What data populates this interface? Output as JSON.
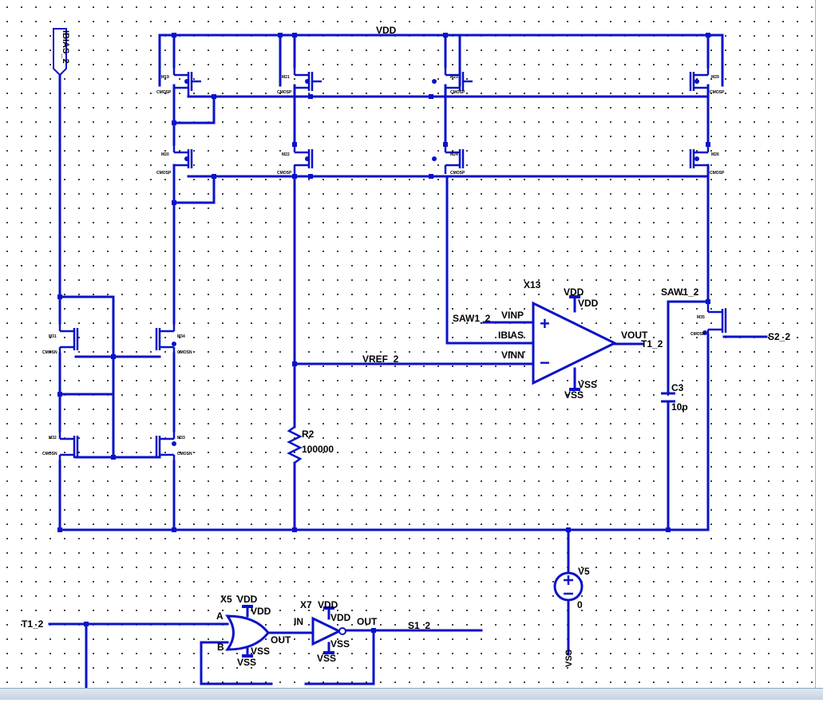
{
  "labels": {
    "vdd": "VDD",
    "vss": "VSS",
    "ibias_port": "IBIAS_2",
    "cmosp": "CMOSP",
    "cmosn": "CMOSN",
    "m19": "M19",
    "m21": "M21",
    "m23": "M23",
    "m29": "M29",
    "m20": "M20",
    "m22": "M22",
    "m24": "M24",
    "m26": "M26",
    "m31": "M31",
    "m34": "M34",
    "m32": "M32",
    "m33": "M33",
    "m35": "M35",
    "x13": "X13",
    "vinp": "VINP",
    "ibias": "IBIAS",
    "vinn": "VINN",
    "vout": "VOUT",
    "saw_in": "SAW1_2",
    "saw_cap": "SAW1_2",
    "t1_out": "T1_2",
    "vref": "VREF_2",
    "r2": "R2",
    "r2_val": "100000",
    "c3": "C3",
    "c3_val": "10p",
    "v5": "V5",
    "v5_val": "0",
    "s2": "S2_2",
    "t1_in": "T1_2",
    "x5": "X5",
    "gate_a": "A",
    "gate_b": "B",
    "out": "OUT",
    "x7": "X7",
    "inv_in": "IN",
    "s1": "S1_2",
    "plus": "+",
    "minus": "−"
  },
  "colors": {
    "wire": "#0a12c8",
    "junction": "#0a12c8",
    "text": "#000000",
    "background": "#ffffff",
    "grid_dot": "#000000"
  }
}
